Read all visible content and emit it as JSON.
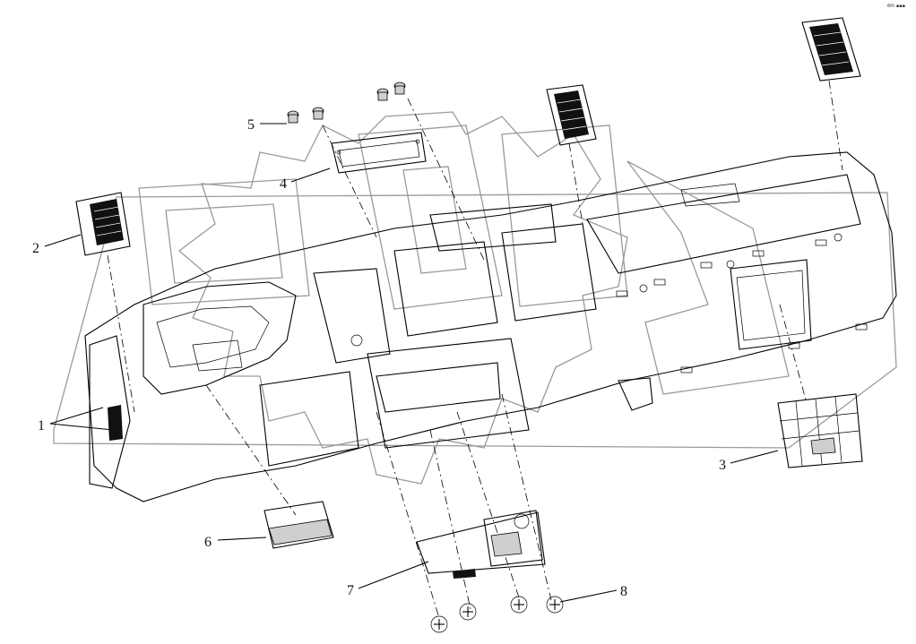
{
  "corner_mark": "6th ▪▪▪",
  "callouts": [
    {
      "label": "1"
    },
    {
      "label": "2"
    },
    {
      "label": "3"
    },
    {
      "label": "4"
    },
    {
      "label": "5"
    },
    {
      "label": "6"
    },
    {
      "label": "7"
    },
    {
      "label": "8"
    }
  ]
}
